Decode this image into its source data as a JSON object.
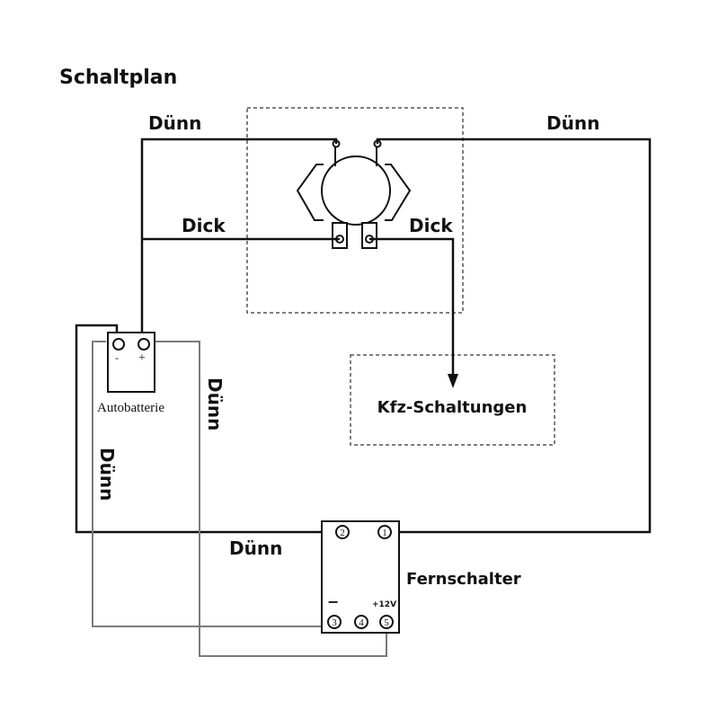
{
  "title": "Schaltplan",
  "labels": {
    "thin_top_left": "Dünn",
    "thin_top_right": "Dünn",
    "thick_left": "Dick",
    "thick_right": "Dick",
    "thin_vertical_right": "Dünn",
    "thin_vertical_left": "Dünn",
    "thin_bottom": "Dünn"
  },
  "components": {
    "battery": {
      "name": "Autobatterie",
      "minus": "-",
      "plus": "+"
    },
    "vehicle_circuits": {
      "name": "Kfz-Schaltungen"
    },
    "remote_switch": {
      "name": "Fernschalter",
      "minus": "−",
      "voltage": "+12V",
      "terminals": [
        "1",
        "2",
        "3",
        "4",
        "5"
      ]
    }
  }
}
